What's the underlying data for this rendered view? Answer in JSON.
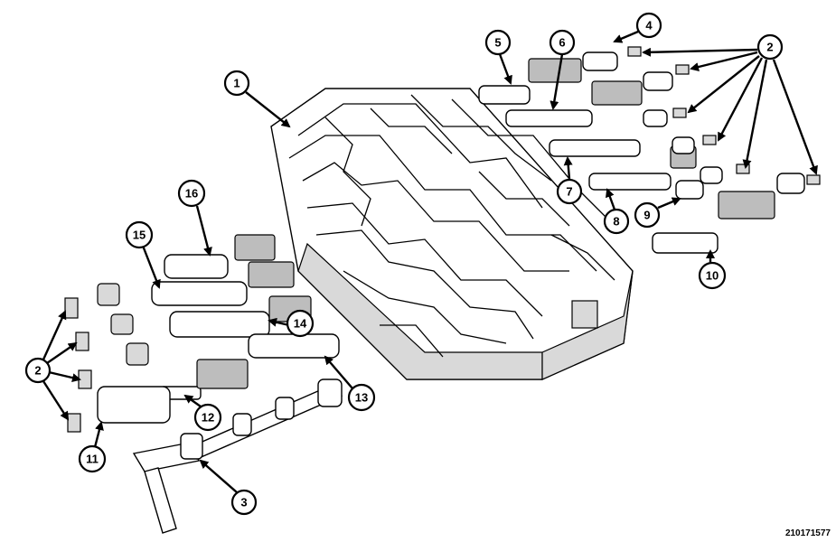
{
  "figure_id": "210171577",
  "callouts": [
    "1",
    "2",
    "2",
    "3",
    "4",
    "5",
    "6",
    "7",
    "8",
    "9",
    "10",
    "11",
    "12",
    "13",
    "14",
    "15",
    "16"
  ],
  "colors": {
    "line": "#000000",
    "background": "#ffffff",
    "shade": "#d9d9d9",
    "spring": "#bdbdbd"
  }
}
